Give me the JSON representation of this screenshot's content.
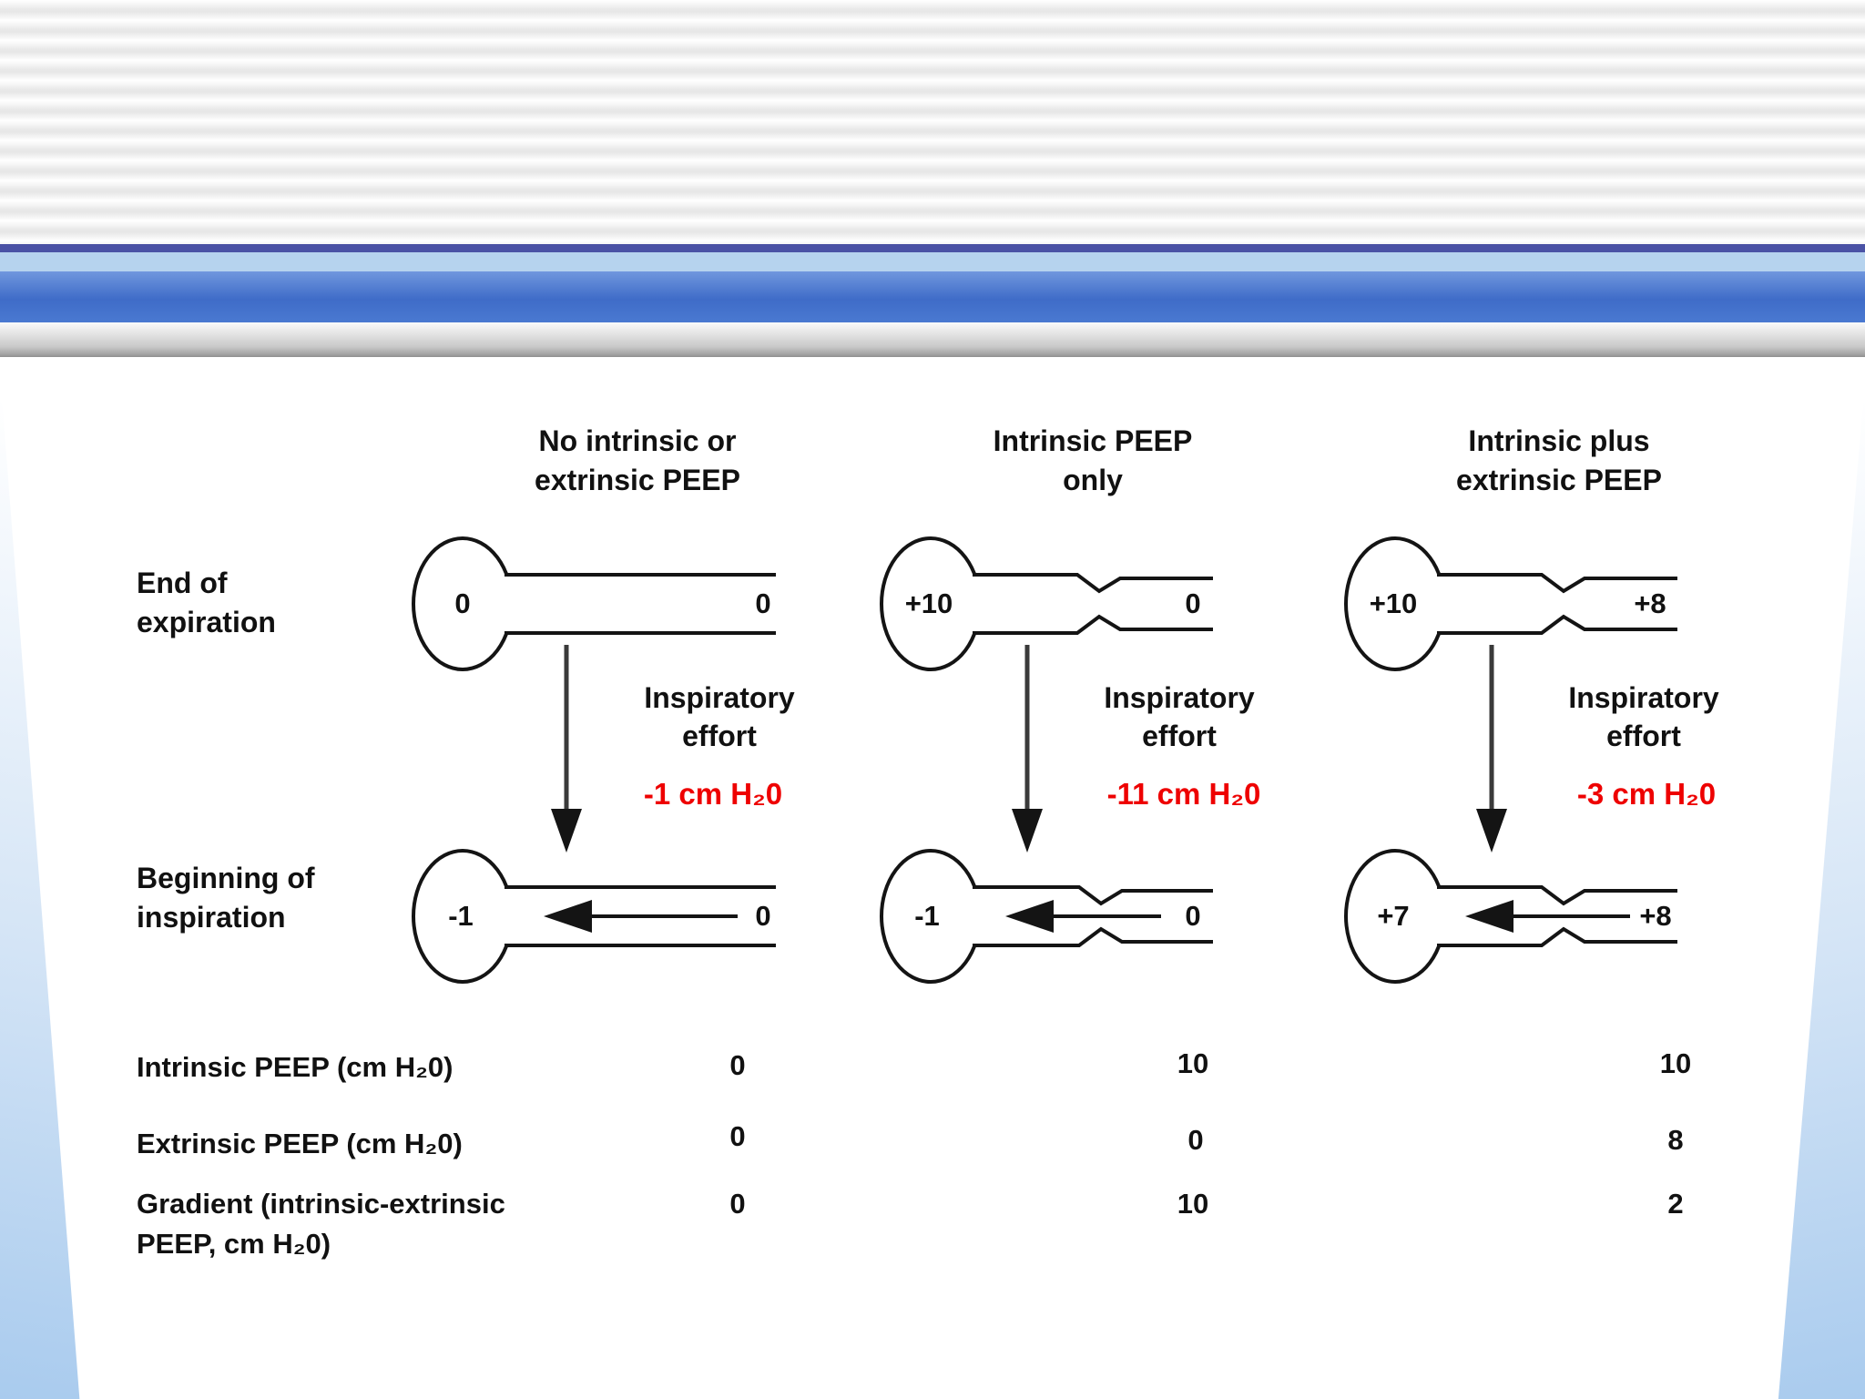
{
  "colors": {
    "effort_red": "#ee0000",
    "ink": "#141414",
    "band_dark_blue": "#4a52a5",
    "band_light_blue": "#b6d3ee",
    "band_blue": "#3f6cc8",
    "wedge_blue": "#a9cbee"
  },
  "row_labels": {
    "end_of_expiration": "End of\nexpiration",
    "beginning_of_inspiration": "Beginning of\ninspiration"
  },
  "columns": [
    {
      "header": "No intrinsic or\nextrinsic PEEP",
      "end_of_expiration": {
        "alveolar_pressure": "0",
        "airway_pressure": "0"
      },
      "inspiratory_effort_label": "Inspiratory\neffort",
      "inspiratory_effort_value": "-1 cm H₂0",
      "beginning_of_inspiration": {
        "alveolar_pressure": "-1",
        "airway_pressure": "0"
      }
    },
    {
      "header": "Intrinsic PEEP\nonly",
      "end_of_expiration": {
        "alveolar_pressure": "+10",
        "airway_pressure": "0"
      },
      "inspiratory_effort_label": "Inspiratory\neffort",
      "inspiratory_effort_value": "-11 cm H₂0",
      "beginning_of_inspiration": {
        "alveolar_pressure": "-1",
        "airway_pressure": "0"
      }
    },
    {
      "header": "Intrinsic plus\nextrinsic PEEP",
      "end_of_expiration": {
        "alveolar_pressure": "+10",
        "airway_pressure": "+8"
      },
      "inspiratory_effort_label": "Inspiratory\neffort",
      "inspiratory_effort_value": "-3 cm H₂0",
      "beginning_of_inspiration": {
        "alveolar_pressure": "+7",
        "airway_pressure": "+8"
      }
    }
  ],
  "table": {
    "rows": [
      {
        "label": "Intrinsic PEEP (cm H₂0)",
        "values": [
          "0",
          "10",
          "10"
        ]
      },
      {
        "label": "Extrinsic PEEP (cm H₂0)",
        "values": [
          "0",
          "0",
          "8"
        ]
      },
      {
        "label": "Gradient (intrinsic-extrinsic\nPEEP, cm H₂0)",
        "values": [
          "0",
          "10",
          "2"
        ]
      }
    ]
  }
}
